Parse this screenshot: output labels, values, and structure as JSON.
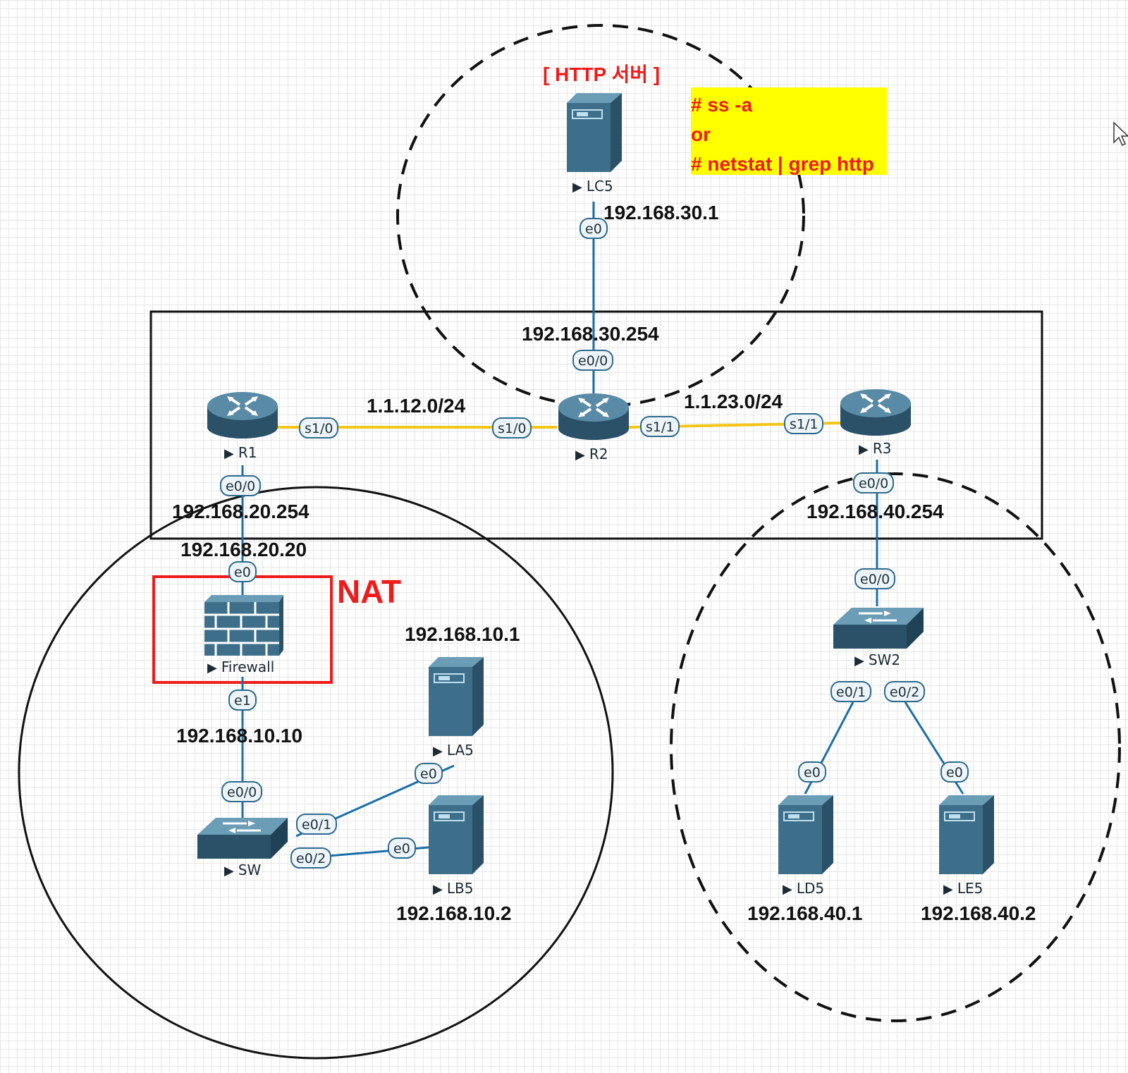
{
  "title": "[ HTTP 서버 ]",
  "note": {
    "line1": "# ss -a",
    "line2": "or",
    "line3": "# netstat | grep http"
  },
  "nat_label": "NAT",
  "devices": {
    "LC5": "LC5",
    "R1": "R1",
    "R2": "R2",
    "R3": "R3",
    "Firewall": "Firewall",
    "SW": "SW",
    "SW2": "SW2",
    "LA5": "LA5",
    "LB5": "LB5",
    "LD5": "LD5",
    "LE5": "LE5"
  },
  "ips": {
    "lc5": "192.168.30.1",
    "r2_e00": "192.168.30.254",
    "net_r1_r2": "1.1.12.0/24",
    "net_r2_r3": "1.1.23.0/24",
    "r1_e00": "192.168.20.254",
    "fw_e0": "192.168.20.20",
    "fw_e1": "192.168.10.10",
    "la5": "192.168.10.1",
    "lb5": "192.168.10.2",
    "r3_e00": "192.168.40.254",
    "ld5": "192.168.40.1",
    "le5": "192.168.40.2"
  },
  "ports": {
    "lc5_e0": "e0",
    "r2_e00": "e0/0",
    "r1_s10": "s1/0",
    "r2_s10": "s1/0",
    "r2_s11": "s1/1",
    "r3_s11": "s1/1",
    "r1_e00": "e0/0",
    "fw_e0": "e0",
    "fw_e1": "e1",
    "sw_e00": "e0/0",
    "sw_e01": "e0/1",
    "sw_e02": "e0/2",
    "la5_e0": "e0",
    "lb5_e0": "e0",
    "r3_e00": "e0/0",
    "sw2_e00": "e0/0",
    "sw2_e01": "e0/1",
    "sw2_e02": "e0/2",
    "ld5_e0": "e0",
    "le5_e0": "e0"
  },
  "colors": {
    "link": "#1a6fa8",
    "serial": "#f5c518",
    "highlight": "#ee1c1c",
    "note_bg": "#ffff00",
    "device": "#3d6f8a"
  }
}
